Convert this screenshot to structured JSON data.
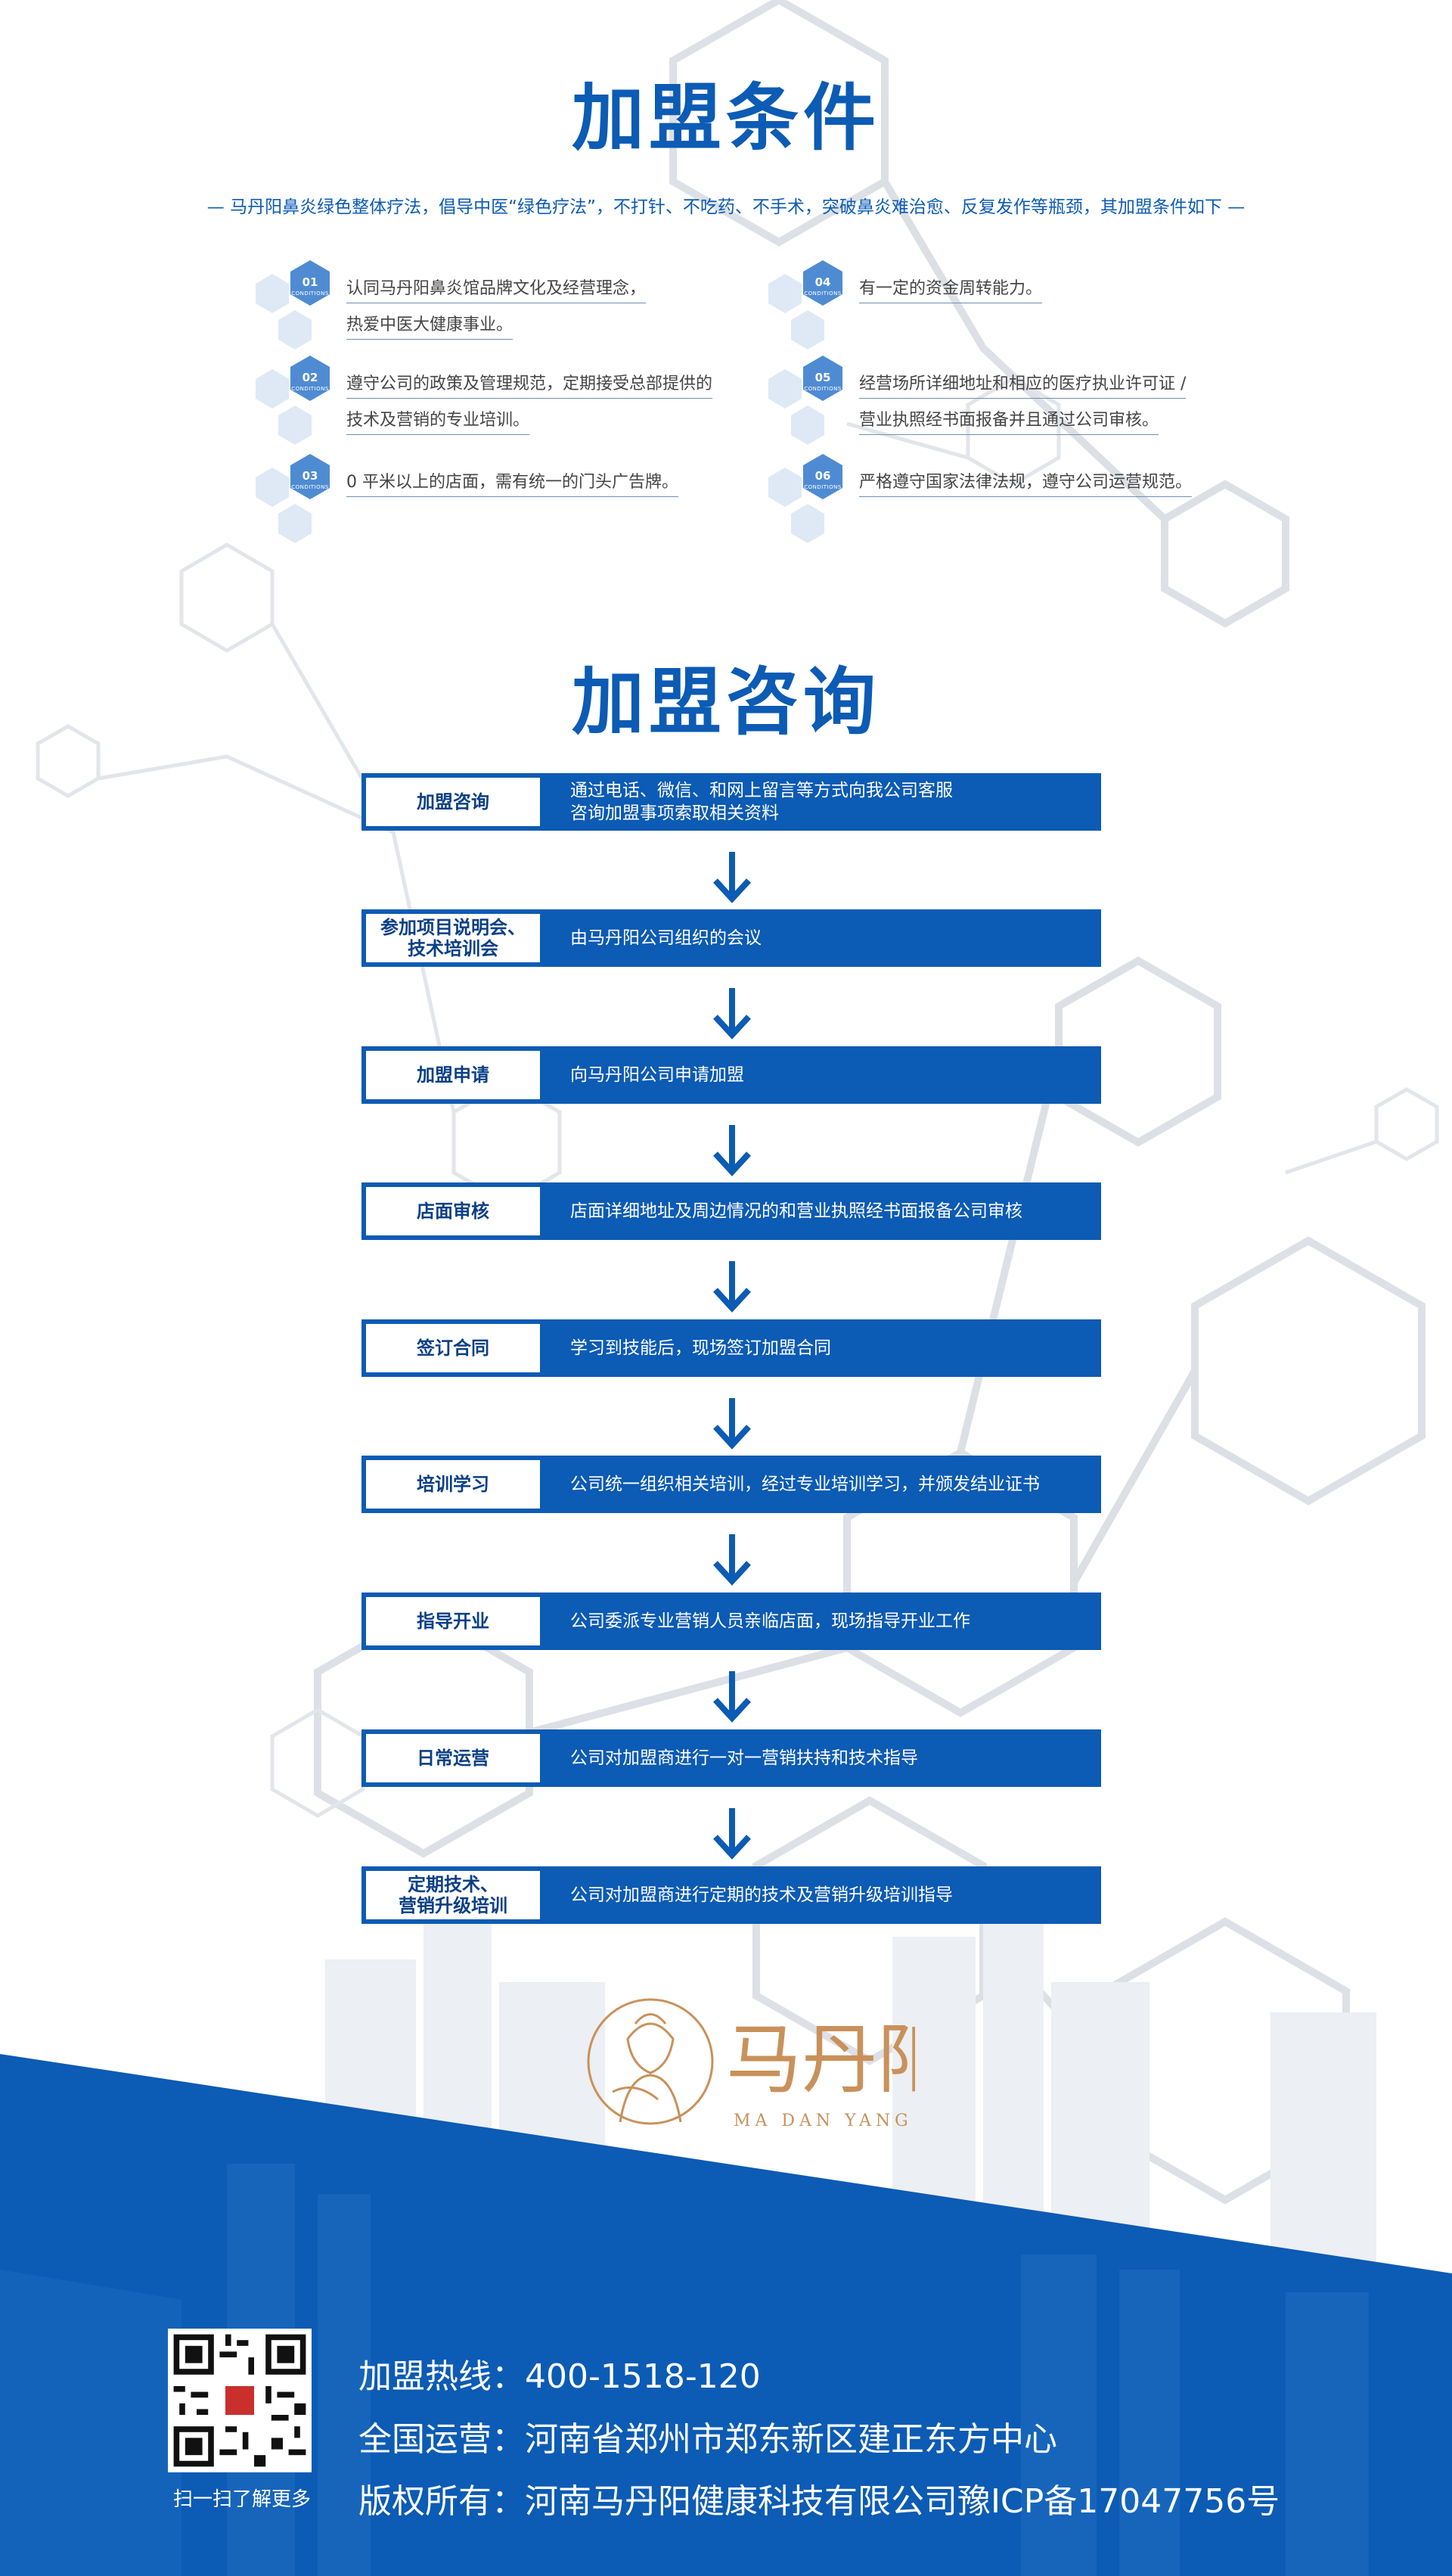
{
  "conditions": {
    "title": "加盟条件",
    "subtitle": "— 马丹阳鼻炎绿色整体疗法，倡导中医“绿色疗法”，不打针、不吃药、不手术，突破鼻炎难治愈、反复发作等瓶颈，其加盟条件如下 —",
    "badge_caption": "CONDITIONS",
    "items": [
      {
        "num": "01",
        "lines": [
          "认同马丹阳鼻炎馆品牌文化及经营理念，",
          "热爱中医大健康事业。"
        ]
      },
      {
        "num": "02",
        "lines": [
          "遵守公司的政策及管理规范，定期接受总部提供的",
          "技术及营销的专业培训。"
        ]
      },
      {
        "num": "03",
        "lines": [
          "0 平米以上的店面，需有统一的门头广告牌。"
        ]
      },
      {
        "num": "04",
        "lines": [
          "有一定的资金周转能力。"
        ]
      },
      {
        "num": "05",
        "lines": [
          "经营场所详细地址和相应的医疗执业许可证 /",
          "营业执照经书面报备并且通过公司审核。"
        ]
      },
      {
        "num": "06",
        "lines": [
          "严格遵守国家法律法规，遵守公司运营规范。"
        ]
      }
    ]
  },
  "consult": {
    "title": "加盟咨询",
    "steps": [
      {
        "label": "加盟咨询",
        "desc": "通过电话、微信、和网上留言等方式向我公司客服\n咨询加盟事项索取相关资料"
      },
      {
        "label": "参加项目说明会、\n技术培训会",
        "desc": "由马丹阳公司组织的会议"
      },
      {
        "label": "加盟申请",
        "desc": "向马丹阳公司申请加盟"
      },
      {
        "label": "店面审核",
        "desc": "店面详细地址及周边情况的和营业执照经书面报备公司审核"
      },
      {
        "label": "签订合同",
        "desc": "学习到技能后，现场签订加盟合同"
      },
      {
        "label": "培训学习",
        "desc": "公司统一组织相关培训，经过专业培训学习，并颁发结业证书"
      },
      {
        "label": "指导开业",
        "desc": "公司委派专业营销人员亲临店面，现场指导开业工作"
      },
      {
        "label": "日常运营",
        "desc": "公司对加盟商进行一对一营销扶持和技术指导"
      },
      {
        "label": "定期技术、\n营销升级培训",
        "desc": "公司对加盟商进行定期的技术及营销升级培训指导"
      }
    ]
  },
  "brand": {
    "name": "马丹阳",
    "pinyin": "MA DAN YANG"
  },
  "footer": {
    "qr_caption": "扫一扫了解更多",
    "hotline": "加盟热线：400-1518-120",
    "operation": "全国运营：河南省郑州市郑东新区建正东方中心",
    "copyright": "版权所有：河南马丹阳健康科技有限公司豫ICP备17047756号"
  },
  "colors": {
    "brand_blue": "#0c5bb4",
    "label_text": "#0a3f86",
    "logo_gold": "#c9915a"
  }
}
